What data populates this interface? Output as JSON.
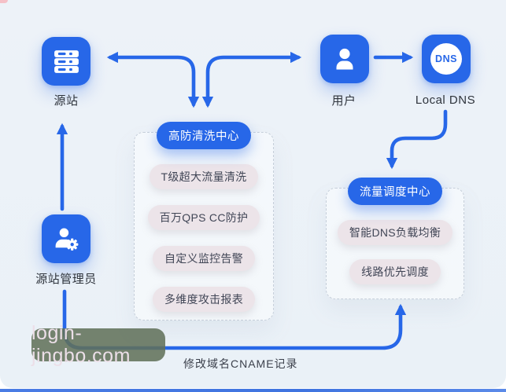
{
  "colors": {
    "accent": "#2767e8",
    "canvas-bg": "#edf2f8",
    "item-bg": "#ece4e9",
    "item-text": "#414656",
    "label-text": "#2f343c",
    "dash-border": "#c6cfda",
    "watermark-bg": "rgba(97,113,90,0.87)",
    "watermark-text": "#ecdfe8"
  },
  "nodes": {
    "origin": {
      "label": "源站"
    },
    "user": {
      "label": "用户"
    },
    "local_dns": {
      "label": "Local DNS",
      "badge": "DNS"
    },
    "admin": {
      "label": "源站管理员"
    }
  },
  "panels": {
    "scrubbing": {
      "title": "高防清洗中心",
      "items": [
        "T级超大流量清洗",
        "百万QPS CC防护",
        "自定义监控告警",
        "多维度攻击报表"
      ]
    },
    "scheduling": {
      "title": "流量调度中心",
      "items": [
        "智能DNS负载均衡",
        "线路优先调度"
      ]
    }
  },
  "annotations": {
    "cname_note": "修改域名CNAME记录"
  },
  "watermark": {
    "text": "login-jingbo.com"
  }
}
